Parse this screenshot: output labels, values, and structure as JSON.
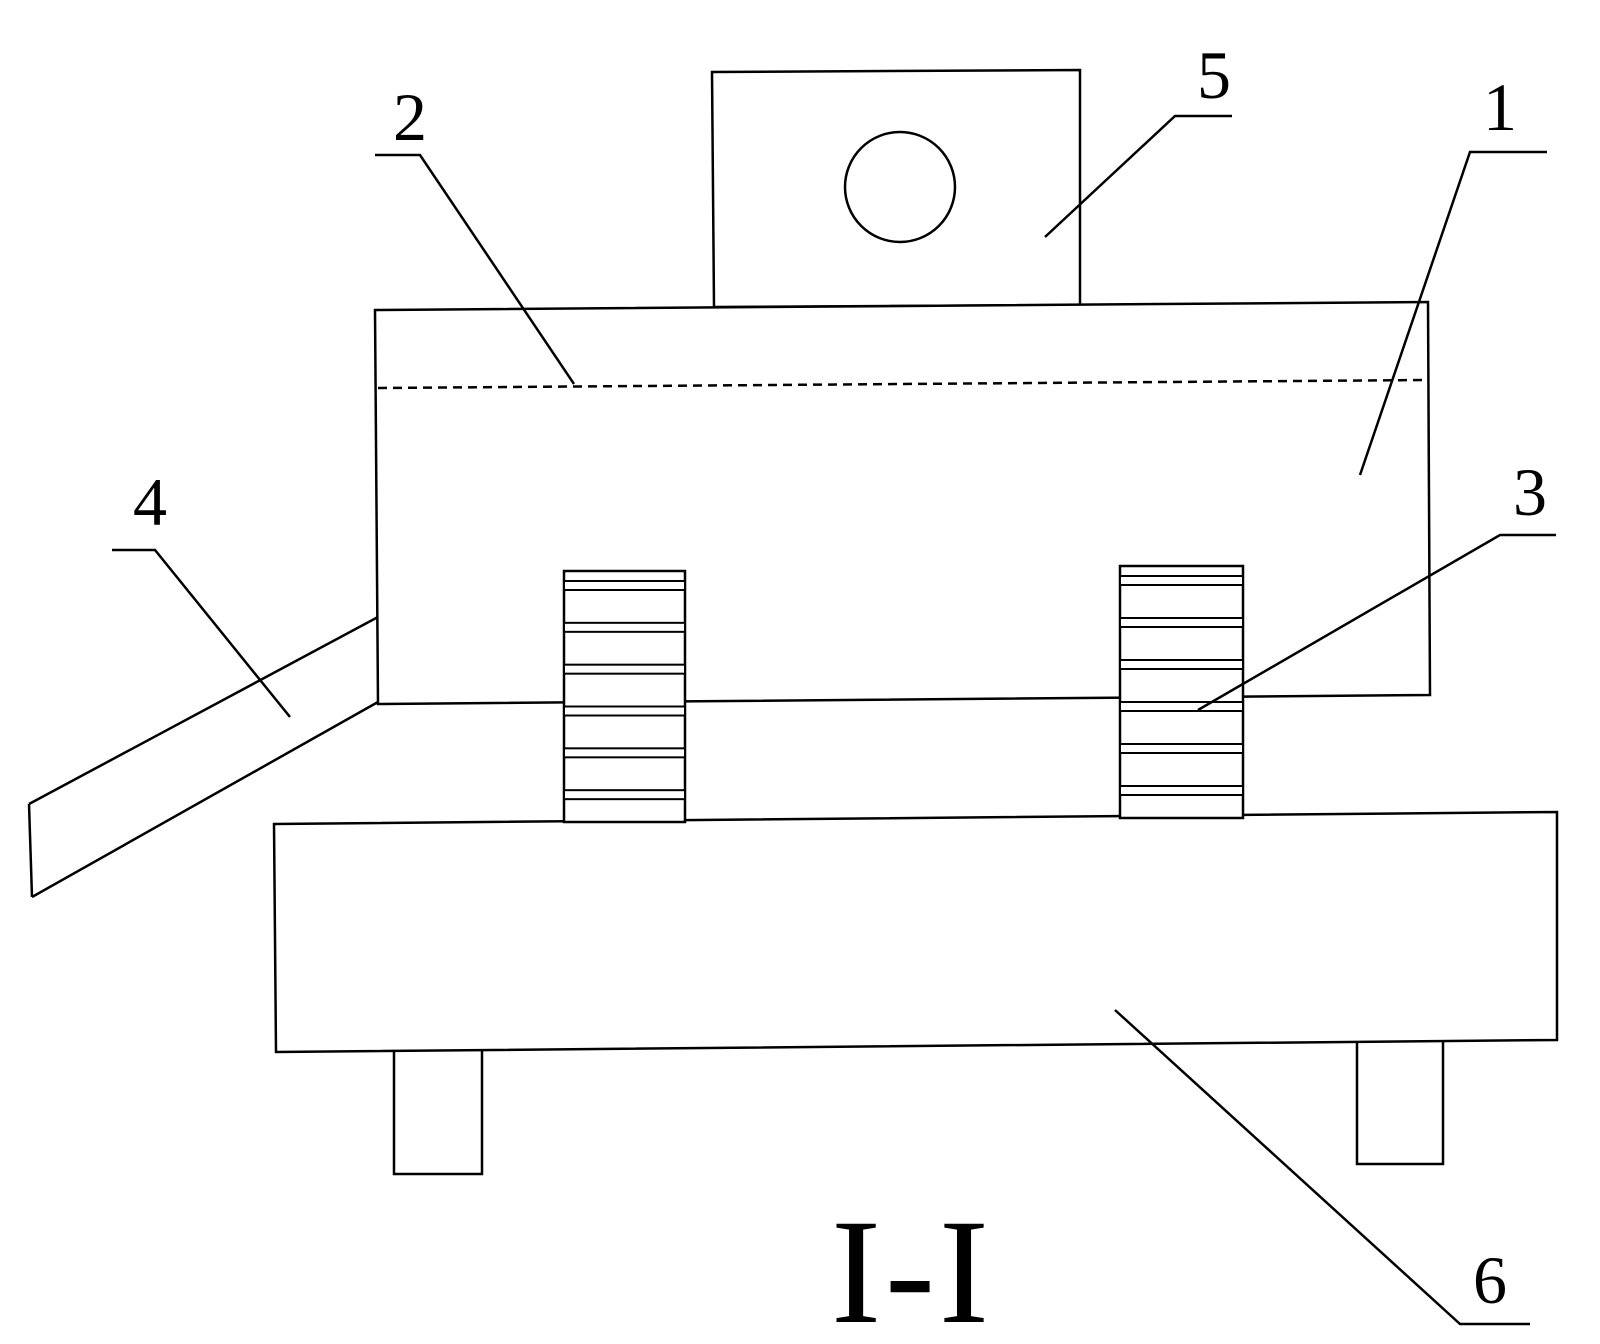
{
  "labels": {
    "part_1": "1",
    "part_2": "2",
    "part_3": "3",
    "part_4": "4",
    "part_5": "5",
    "part_6": "6"
  },
  "section_label": "I-I",
  "colors": {
    "line": "#000000",
    "background": "#ffffff"
  }
}
